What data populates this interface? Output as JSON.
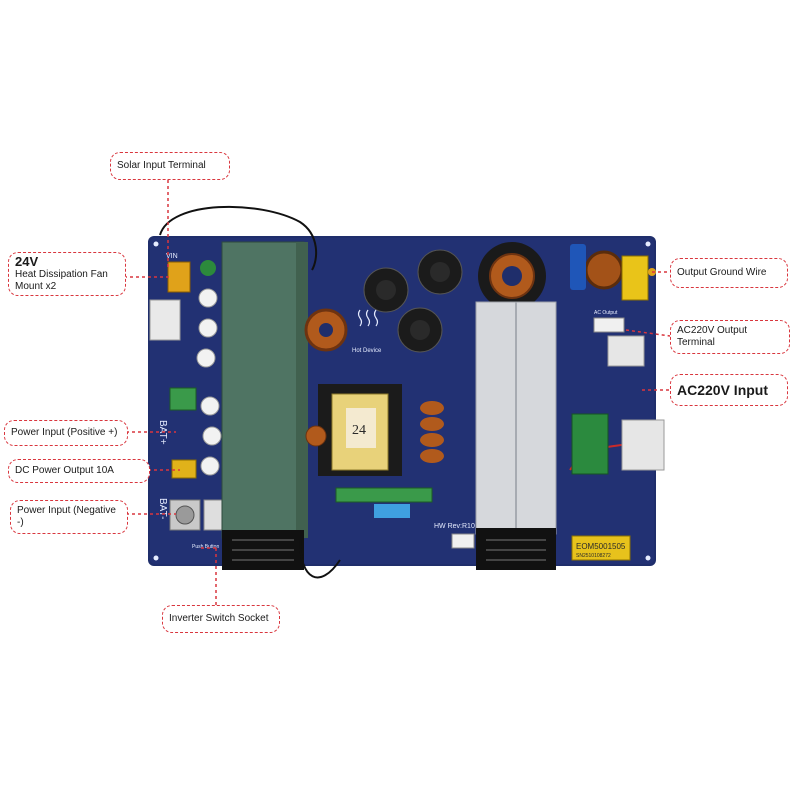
{
  "colors": {
    "callout_border": "#d9363e",
    "leader_line": "#d9363e",
    "pcb": "#1f2e6b",
    "heatsink_green": "#4f7463",
    "heatsink_silver": "#d6d8dc"
  },
  "labels": {
    "solar_input": "Solar Input Terminal",
    "fan_voltage": "24V",
    "fan_mount": "Heat Dissipation Fan Mount x2",
    "power_input_positive": "Power Input (Positive +)",
    "dc_power_output": "DC Power Output 10A",
    "power_input_negative": "Power Input (Negative -)",
    "inverter_switch": "Inverter Switch Socket",
    "output_ground": "Output Ground Wire",
    "ac_output": "AC220V Output Terminal",
    "ac_input": "AC220V Input"
  },
  "board_text": {
    "vin": "VIN",
    "bat_plus": "BAT+",
    "bat_minus": "BAT-",
    "hw_rev": "HW Rev:R10",
    "module_code": "EOM5001505",
    "module_serial": "SN2510108272",
    "transformer_mark": "24",
    "hot_device": "Hot Device",
    "push_button": "Push Button",
    "ac_output_silk": "AC Output"
  },
  "icons": [
    "heat-warning-icon"
  ]
}
